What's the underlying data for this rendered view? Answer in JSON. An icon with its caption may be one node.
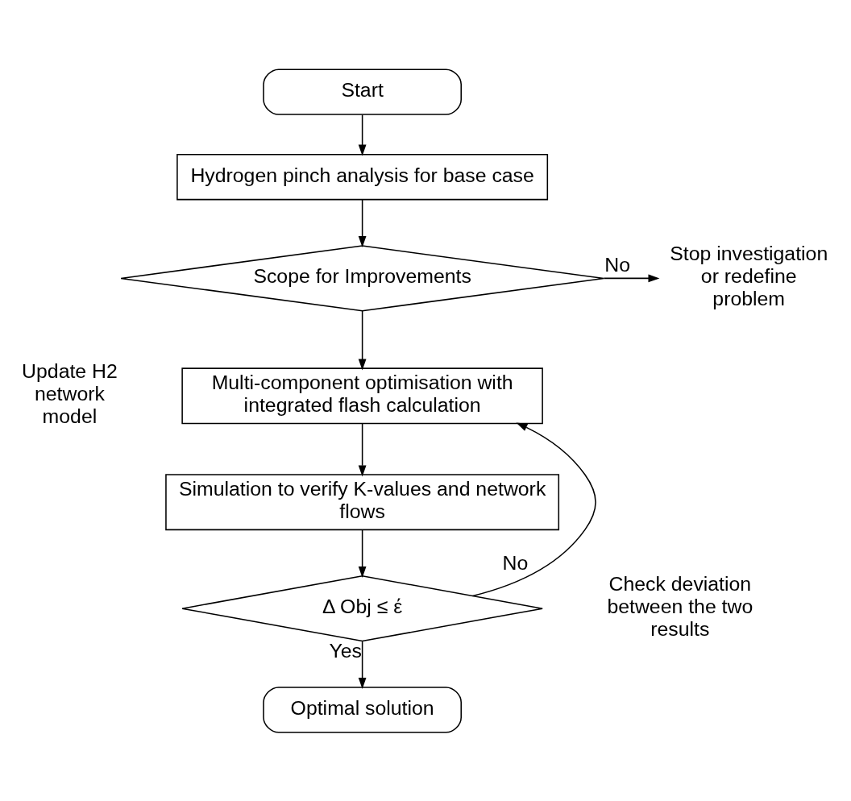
{
  "diagram": {
    "nodes": [
      {
        "text": [
          "Start"
        ]
      },
      {
        "text": [
          "Hydrogen pinch analysis for base case"
        ]
      },
      {
        "text": [
          "Scope for Improvements"
        ]
      },
      {
        "text": [
          "Stop investigation or redefine problem"
        ]
      },
      {
        "text": [
          "Multi-component optimisation with integrated flash calculation"
        ]
      },
      {
        "text": [
          "Simulation to verify K-values and network flows"
        ]
      },
      {
        "text": [
          "Δ Obj ≤ έ"
        ],
        "beside": [
          "Check deviation between the two results"
        ]
      },
      {
        "text": [
          "Optimal solution"
        ]
      }
    ],
    "edges": [
      {
        "from": 0,
        "to": 1,
        "arrow": "to"
      },
      {
        "from": 1,
        "to": 2,
        "arrow": "to"
      },
      {
        "from": 2,
        "to": 3,
        "arrow": "to",
        "label": "No"
      },
      {
        "from": 2,
        "to": 4,
        "arrow": "to"
      },
      {
        "from": 4,
        "to": 5,
        "arrow": "to"
      },
      {
        "from": 5,
        "to": 6,
        "arrow": "to"
      },
      {
        "from": 6,
        "to": 4,
        "arrow": "to",
        "label": "No"
      },
      {
        "from": 6,
        "to": 7,
        "arrow": "to",
        "label": "Yes"
      }
    ],
    "labels": [
      "Update H2 network model"
    ]
  }
}
